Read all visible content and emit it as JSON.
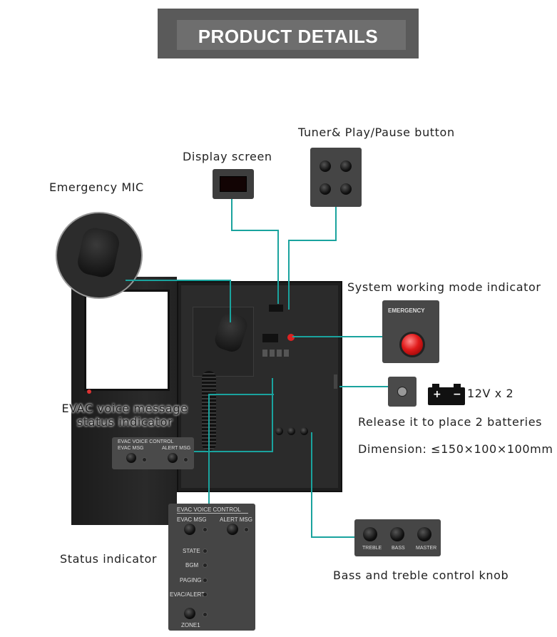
{
  "header": {
    "title": "PRODUCT DETAILS"
  },
  "callouts": {
    "emergency_mic": "Emergency MIC",
    "display_screen": "Display screen",
    "tuner_play_pause": "Tuner& Play/Pause button",
    "system_working_mode": "System working mode indicator",
    "battery_qty": "12V x 2",
    "release_batteries": "Release it to place 2 batteries",
    "dimension": "Dimension: ≤150×100×100mm",
    "evac_voice_status_line1": "EVAC voice message",
    "evac_voice_status_line2": "status indicator",
    "status_indicator": "Status indicator",
    "bass_treble": "Bass and treble control knob"
  },
  "panels": {
    "emergency_label": "EMERGENCY",
    "evac_voice_control": "EVAC VOICE CONTROL",
    "evac_msg": "EVAC MSG",
    "alert_msg": "ALERT MSG",
    "state": "STATE",
    "bgm": "BGM",
    "paging": "PAGING",
    "evac_alert": "EVAC/ALERT",
    "zone1": "ZONE1",
    "treble": "TREBLE",
    "bass": "BASS",
    "master": "MASTER"
  },
  "colors": {
    "leader_line": "#1aa39e",
    "header_bg": "#5a5a5a",
    "emergency_led": "#e01a1a"
  },
  "icons": [
    "microphone-icon",
    "battery-icon",
    "screw-icon"
  ]
}
